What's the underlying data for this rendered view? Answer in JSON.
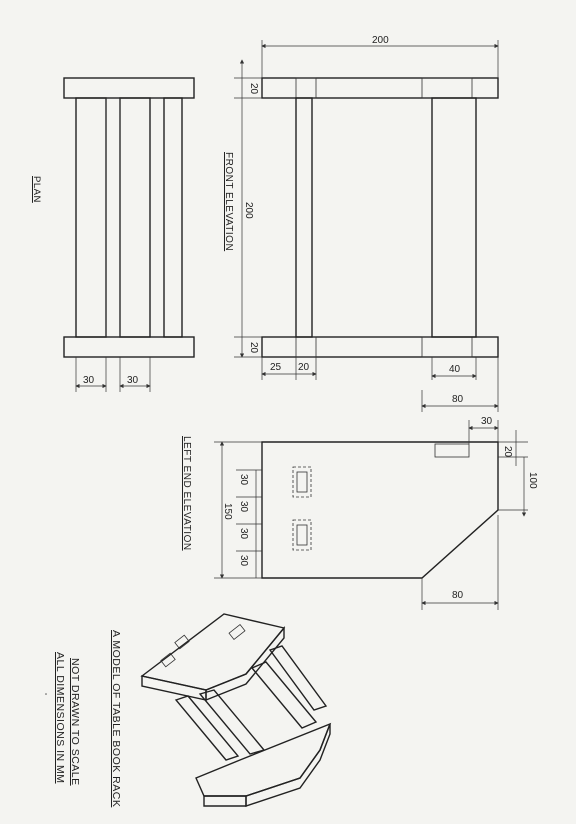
{
  "views": {
    "plan": "PLAN",
    "front_elevation": "FRONT ELEVATION",
    "left_end_elevation": "LEFT END ELEVATION"
  },
  "notes": {
    "model_title": "A MODEL OF TABLE BOOK RACK",
    "scale_note": "NOT DRAWN TO SCALE",
    "units_note": "ALL DIMENSIONS IN MM"
  },
  "dimensions": {
    "plan_gap_a": "30",
    "plan_gap_b": "30",
    "front_width": "200",
    "front_height": "200",
    "top_board": "20",
    "bottom_board": "20",
    "left_offset": "25",
    "left_leg": "20",
    "right_leg": "40",
    "end_overall": "80",
    "end_width": "150",
    "end_seg_1": "30",
    "end_seg_2": "30",
    "end_seg_3": "30",
    "end_seg_4": "30",
    "slot_offset": "30",
    "slot_height": "20",
    "slot_depth": "100",
    "bevel": "80"
  },
  "colors": {
    "ink": "#222222",
    "paper": "#f4f4f1"
  }
}
